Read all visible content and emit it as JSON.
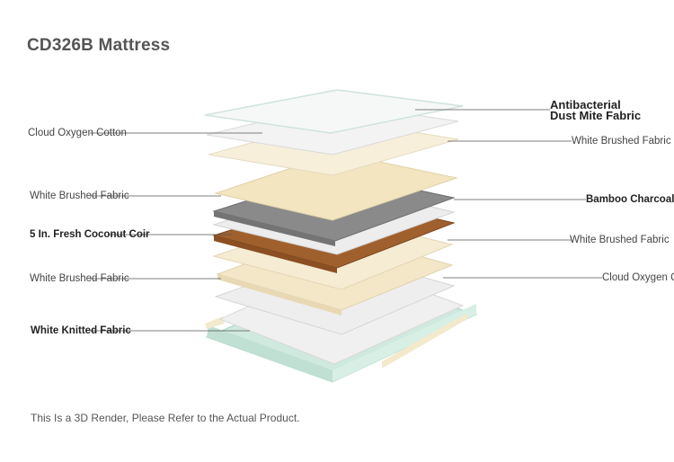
{
  "title": "CD326B Mattress",
  "left_labels": [
    "Cloud Oxygen Cotton",
    "White Brushed Fabric",
    "5 In. Fresh Coconut Coir",
    "White Brushed Fabric",
    "White Knitted Fabric"
  ],
  "right_labels": [
    {
      "line1": "Antibacterial",
      "line2": "Dust Mite Fabric"
    },
    "White Brushed Fabric",
    "Bamboo Charcoal",
    "White Brushed Fabric",
    "Cloud Oxygen C"
  ],
  "disclaimer": "This Is a 3D Render, Please Refer to the Actual Product.",
  "colors": {
    "white_layer": "#f4f4f4",
    "cream_layer": "#f3e9cc",
    "charcoal_layer": "#8a8a8a",
    "coir_layer": "#a0602e",
    "mint_trim": "#cfe9df"
  }
}
